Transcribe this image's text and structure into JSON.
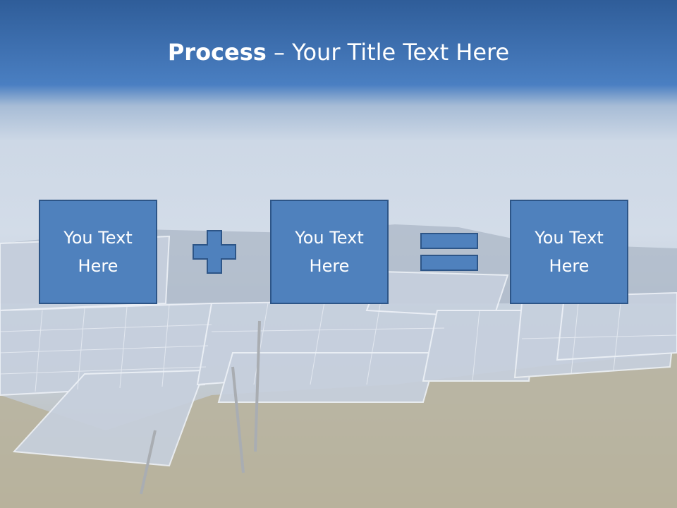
{
  "slide": {
    "title_bold": "Process",
    "title_rest": " – Your Title Text Here",
    "boxes": [
      "You Text Here",
      "You Text Here",
      "You Text Here"
    ],
    "operators": [
      "plus",
      "equals"
    ]
  },
  "colors": {
    "box_fill": "#4f81bd",
    "box_border": "#2d5587",
    "title_text": "#ffffff",
    "header_band": "#3f72b6"
  },
  "background": "solar-panel-field-photo"
}
